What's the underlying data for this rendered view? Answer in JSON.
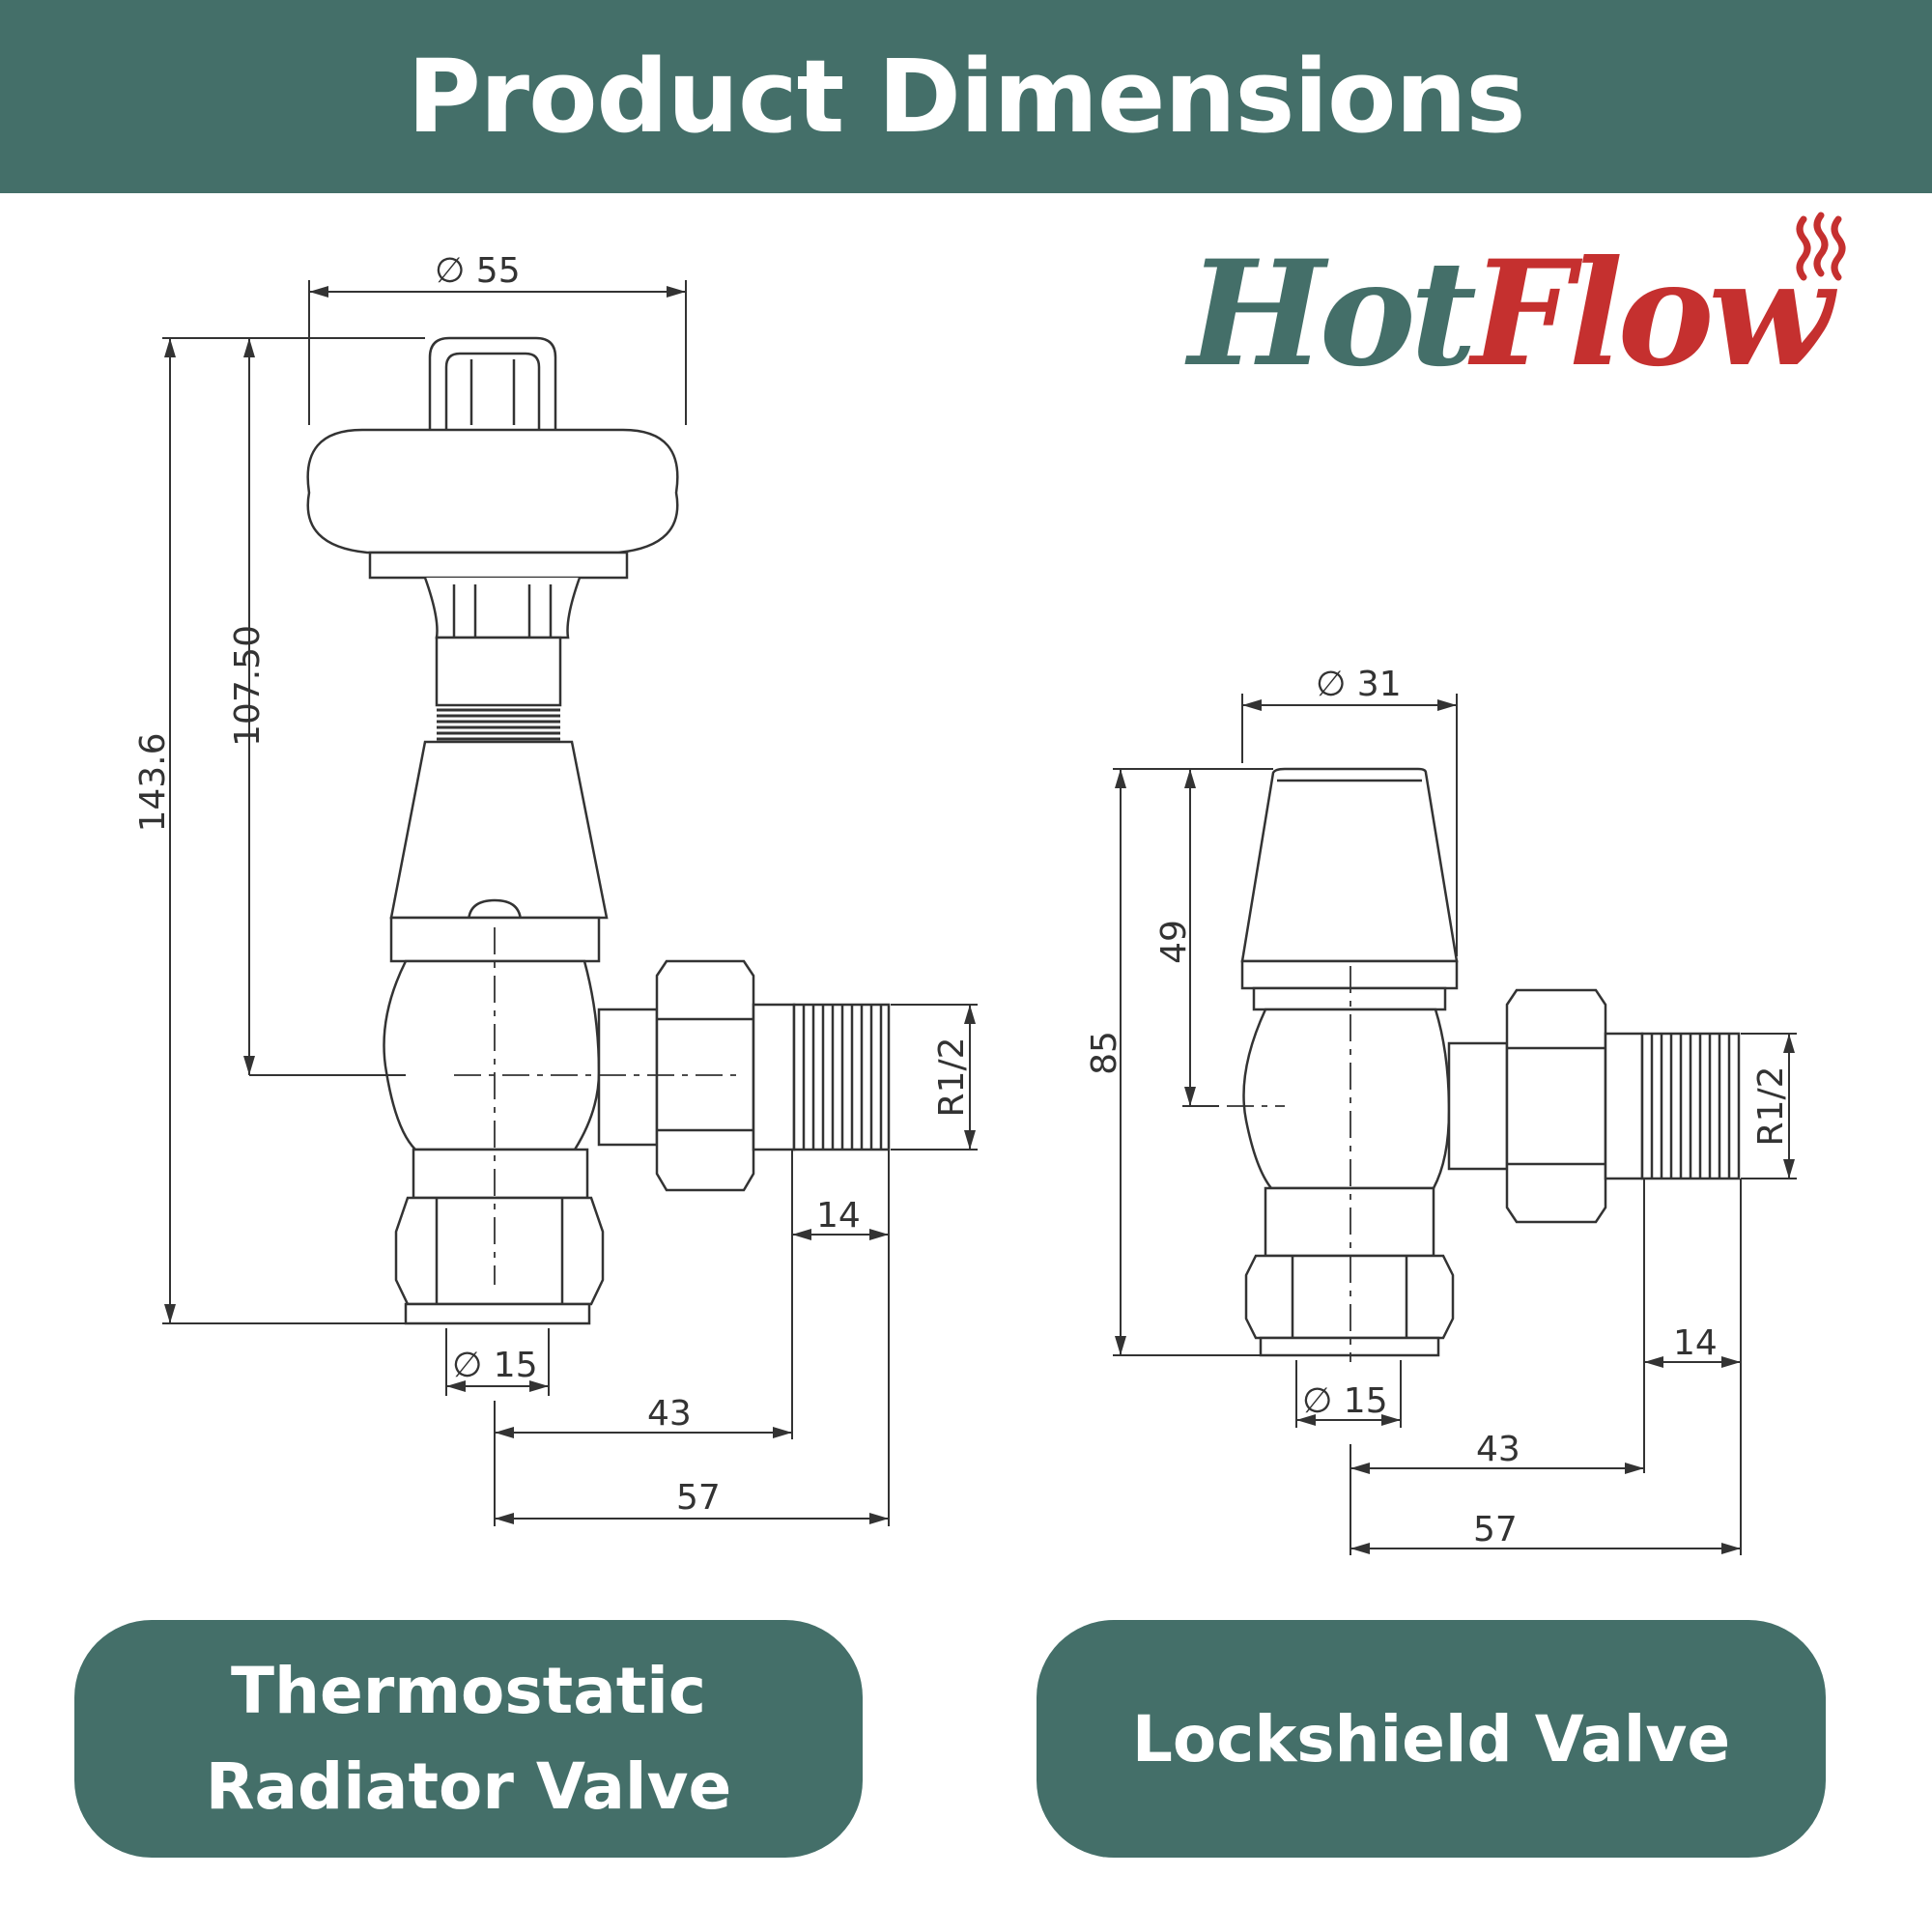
{
  "header": {
    "title": "Product Dimensions"
  },
  "logo": {
    "part1": "Hot",
    "part2": "Flow",
    "color_hot": "#446f69",
    "color_flow": "#c5302f",
    "icon": "heat-waves-icon"
  },
  "trv": {
    "dims": {
      "head_dia": "∅ 55",
      "height_total": "143.6",
      "height_axis": "107.50",
      "thread": "R1/2",
      "thread_len": "14",
      "pipe_dia": "∅ 15",
      "centre_to_body": "43",
      "centre_to_end": "57"
    },
    "label_line1": "Thermostatic",
    "label_line2": "Radiator Valve"
  },
  "lockshield": {
    "dims": {
      "head_dia": "∅ 31",
      "height_total": "85",
      "height_axis": "49",
      "thread": "R1/2",
      "thread_len": "14",
      "pipe_dia": "∅ 15",
      "centre_to_body": "43",
      "centre_to_end": "57"
    },
    "label": "Lockshield Valve"
  },
  "colors": {
    "brand_green": "#446f69",
    "brand_red": "#c5302f",
    "line": "#333333"
  }
}
